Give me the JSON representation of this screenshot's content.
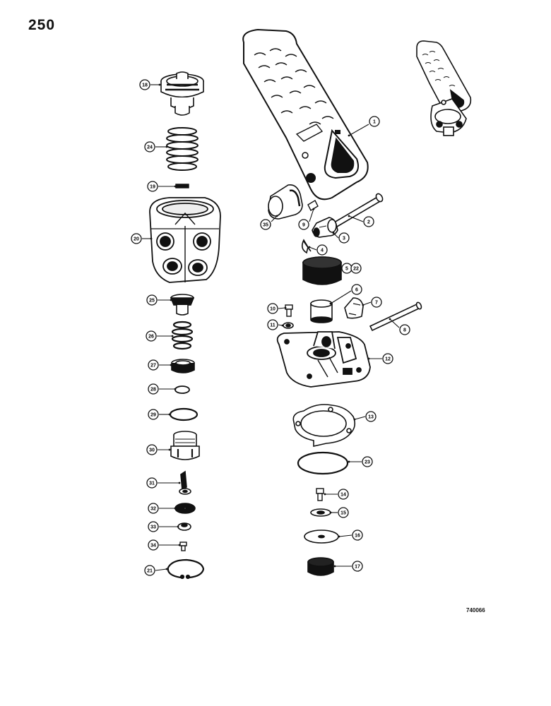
{
  "page": {
    "number": "250",
    "figure_code": "740066"
  },
  "callouts": [
    {
      "label": "1"
    },
    {
      "label": "2"
    },
    {
      "label": "3"
    },
    {
      "label": "4"
    },
    {
      "label": "5"
    },
    {
      "label": "22"
    },
    {
      "label": "6"
    },
    {
      "label": "7"
    },
    {
      "label": "8"
    },
    {
      "label": "8"
    },
    {
      "label": "9"
    },
    {
      "label": "10"
    },
    {
      "label": "11"
    },
    {
      "label": "12"
    },
    {
      "label": "13"
    },
    {
      "label": "14"
    },
    {
      "label": "15"
    },
    {
      "label": "16"
    },
    {
      "label": "17"
    },
    {
      "label": "18"
    },
    {
      "label": "19"
    },
    {
      "label": "20"
    },
    {
      "label": "21"
    },
    {
      "label": "23"
    },
    {
      "label": "24"
    },
    {
      "label": "25"
    },
    {
      "label": "26"
    },
    {
      "label": "27"
    },
    {
      "label": "28"
    },
    {
      "label": "29"
    },
    {
      "label": "30"
    },
    {
      "label": "31"
    },
    {
      "label": "32"
    },
    {
      "label": "33"
    },
    {
      "label": "34"
    },
    {
      "label": "35"
    }
  ]
}
